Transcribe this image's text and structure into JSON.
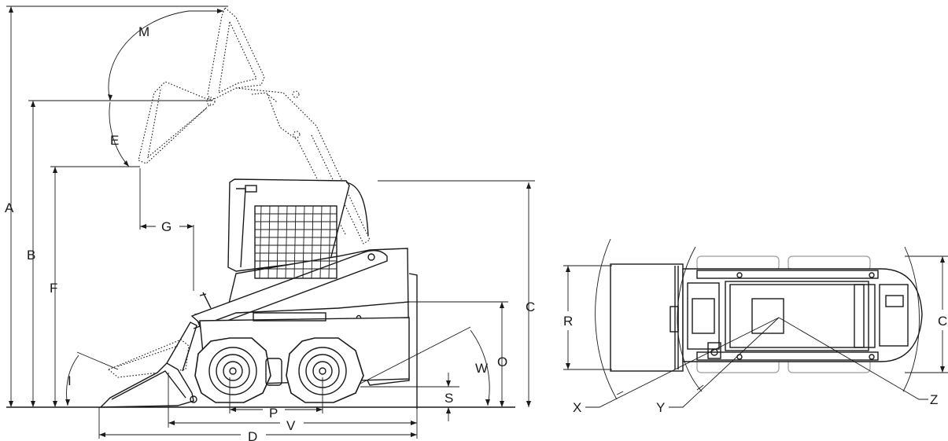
{
  "labels": {
    "A": "A",
    "B": "B",
    "C": "C",
    "D": "D",
    "E": "E",
    "F": "F",
    "G": "G",
    "I": "I",
    "M": "M",
    "O": "O",
    "P": "P",
    "R": "R",
    "S": "S",
    "V": "V",
    "W": "W",
    "X": "X",
    "Y": "Y",
    "Z": "Z"
  }
}
